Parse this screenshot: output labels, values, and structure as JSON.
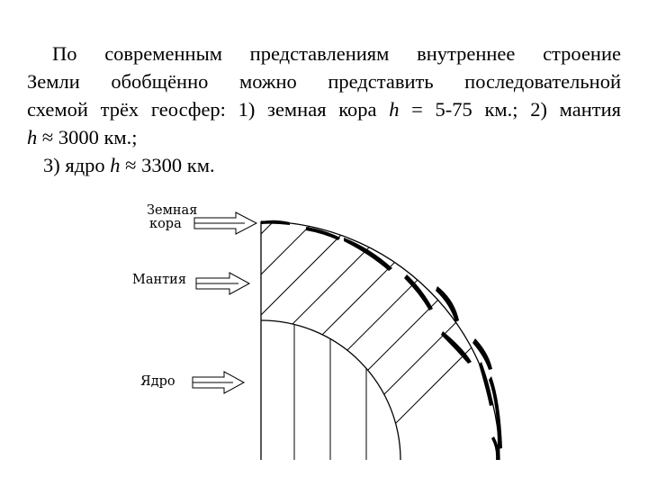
{
  "paragraph": {
    "line1": "По современным представлениям внутреннее строение",
    "line2": "Земли обобщённо можно представить последовательной",
    "line3_a": "схемой трёх геосфер: 1) земная кора ",
    "line3_h": "h",
    "line3_b": " = 5-75 км.; 2) мантия",
    "line4_h": "h",
    "line4_b": " ≈ 3000 км.;",
    "line5_a": "3) ядро ",
    "line5_h": "h",
    "line5_b": " ≈ 3300 км."
  },
  "diagram": {
    "labels": {
      "crust_line1": "Земная",
      "crust_line2": "кора",
      "mantle": "Мантия",
      "core": "Ядро"
    }
  }
}
